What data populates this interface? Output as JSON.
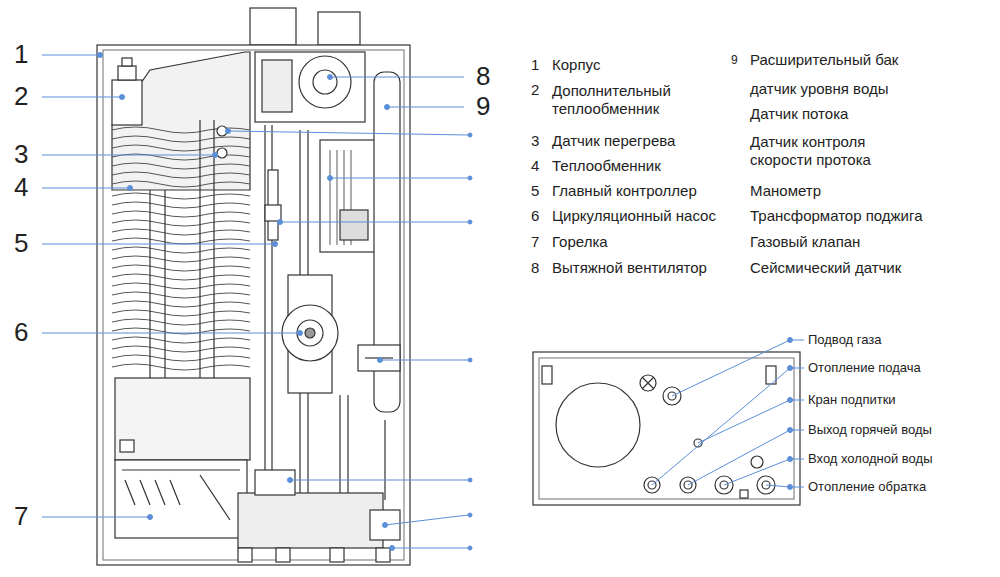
{
  "diagram": {
    "labels": [
      "1",
      "2",
      "3",
      "4",
      "5",
      "6",
      "7",
      "8",
      "9",
      "1",
      "Корпус",
      "2",
      "Дополнительный теплообменник",
      "3",
      "Датчик перегрева",
      "4",
      "Теплообменник",
      "5",
      "Главный контроллер",
      "6",
      "Циркуляционный насос",
      "7",
      "Горелка",
      "8",
      "Вытяжной вентилятор",
      "9",
      "Расширительный бак",
      "датчик уровня воды",
      "Датчик потока",
      "Датчик контроля скорости протока",
      "Манометр",
      "Трансформатор поджига",
      "Газовый клапан",
      "Сейсмический датчик",
      "Подвод газа",
      "Отопление подача",
      "Кран подпитки",
      "Выход горячей воды",
      "Вход холодной воды",
      "Отопление обратка"
    ]
  }
}
